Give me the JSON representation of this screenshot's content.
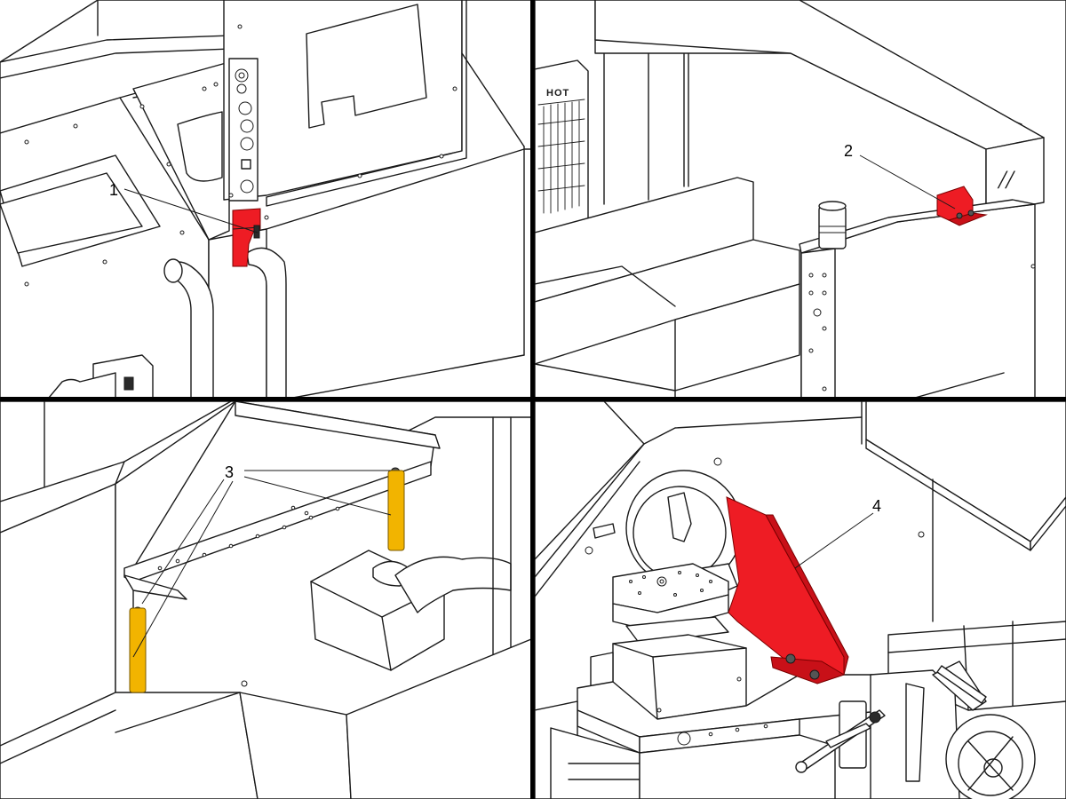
{
  "figure": {
    "panels": [
      {
        "id": "panel-1",
        "callout": "1"
      },
      {
        "id": "panel-2",
        "callout": "2"
      },
      {
        "id": "panel-3",
        "callout": "3"
      },
      {
        "id": "panel-4",
        "callout": "4"
      }
    ]
  },
  "labels": {
    "hot_label": "HOT"
  },
  "colors": {
    "highlight_red": "#ee1c24",
    "tag_yellow": "#f2b400",
    "line": "#1a1a1a",
    "divider": "#000000"
  },
  "icons": {
    "logo": "haas-logo",
    "tag": "lockout-tag"
  }
}
